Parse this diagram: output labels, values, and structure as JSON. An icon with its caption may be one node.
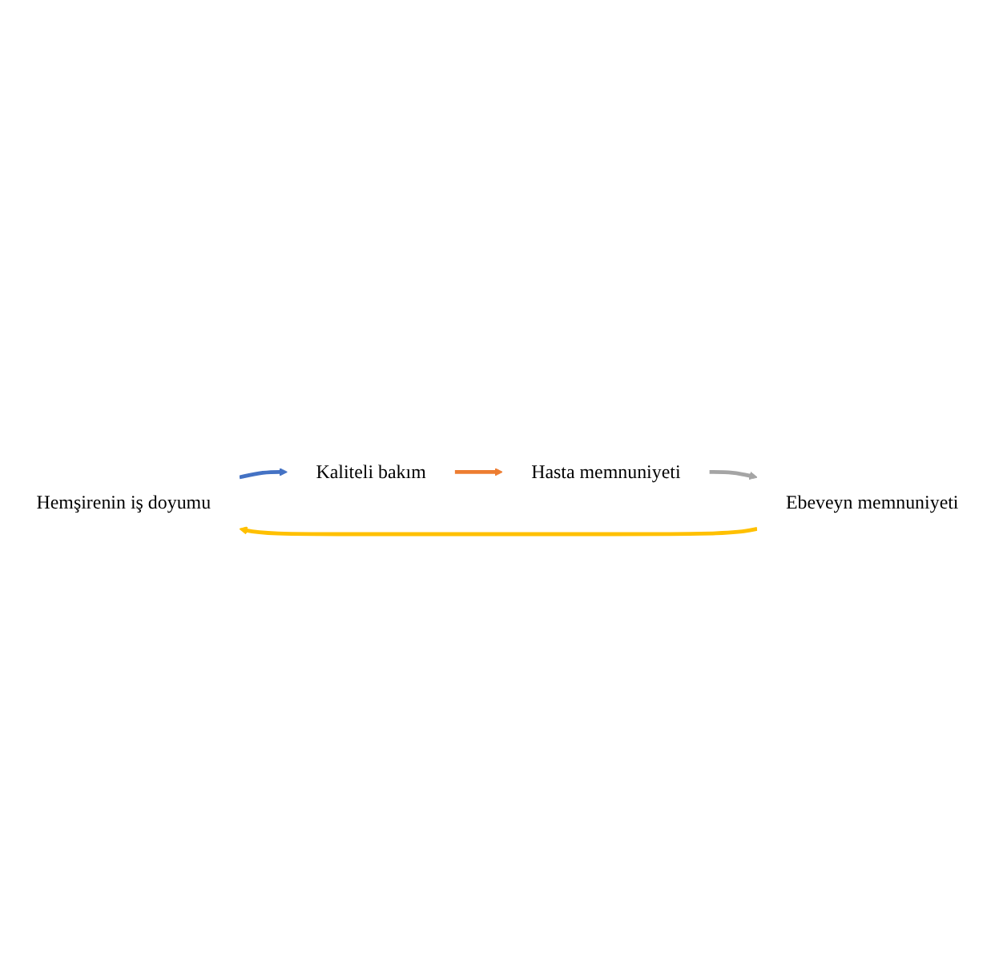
{
  "diagram": {
    "nodes": [
      {
        "text": [
          "Hemşirenin iş doyumu"
        ]
      },
      {
        "text": [
          "Kaliteli bakım"
        ]
      },
      {
        "text": [
          "Hasta memnuniyeti"
        ]
      },
      {
        "text": [
          "Ebeveyn memnuniyeti"
        ]
      }
    ],
    "edges": [
      {
        "from": 0,
        "to": 1,
        "arrow": "to",
        "color": "#4472c4"
      },
      {
        "from": 1,
        "to": 2,
        "arrow": "to",
        "color": "#ed7d31"
      },
      {
        "from": 2,
        "to": 3,
        "arrow": "to",
        "color": "#a5a5a5"
      },
      {
        "from": 3,
        "to": 0,
        "arrow": "to",
        "color": "#ffc000"
      }
    ]
  }
}
